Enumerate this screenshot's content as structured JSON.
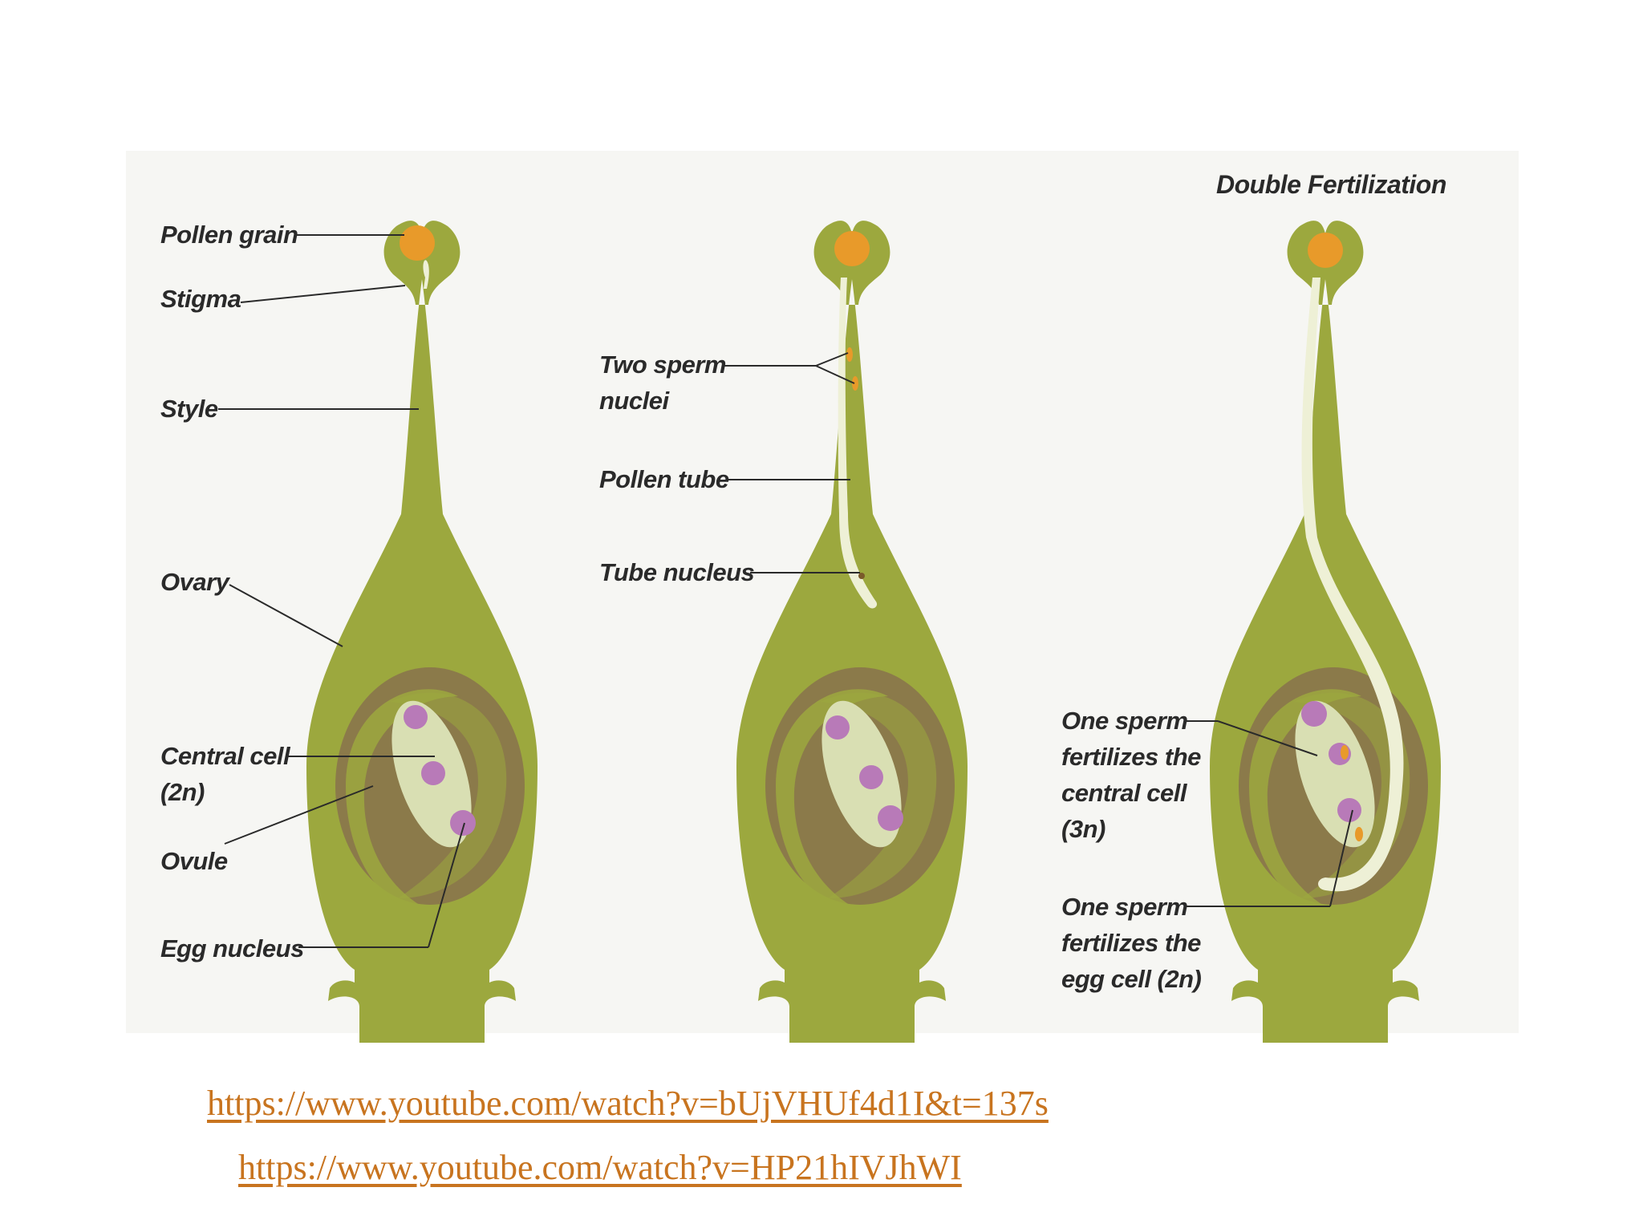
{
  "diagram": {
    "title": "Double Fertilization",
    "labels": {
      "pollen_grain": "Pollen grain",
      "stigma": "Stigma",
      "style": "Style",
      "ovary": "Ovary",
      "central_cell": [
        "Central cell",
        "(2n)"
      ],
      "ovule": "Ovule",
      "egg_nucleus": "Egg nucleus",
      "two_sperm_nuclei": [
        "Two sperm",
        "nuclei"
      ],
      "pollen_tube": "Pollen tube",
      "tube_nucleus": "Tube nucleus",
      "sperm_central": [
        "One sperm",
        "fertilizes the",
        "central cell",
        "(3n)"
      ],
      "sperm_egg": [
        "One sperm",
        "fertilizes the",
        "egg cell (2n)"
      ]
    },
    "colors": {
      "pistil": "#9ca83e",
      "ovule_dark": "#7a6a3a",
      "ovule_light": "#d3d9aa",
      "pollen": "#e89a2a",
      "nuclei": "#b87ab8"
    }
  },
  "links": [
    "https://www.youtube.com/watch?v=bUjVHUf4d1I&t=137s",
    "https://www.youtube.com/watch?v=HP21hIVJhWI"
  ]
}
